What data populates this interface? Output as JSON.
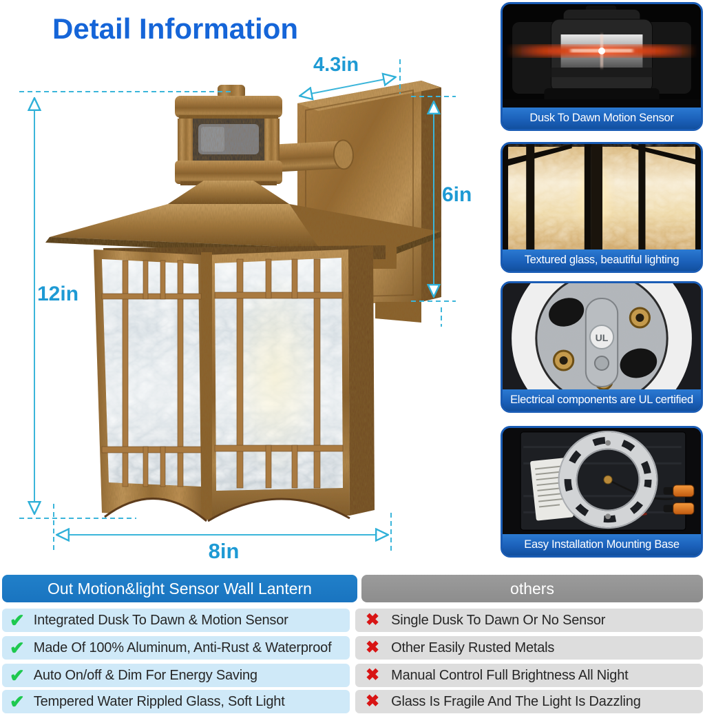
{
  "title": "Detail Information",
  "dimensions": {
    "top": "4.3in",
    "right": "6in",
    "left": "12in",
    "bottom": "8in"
  },
  "features": [
    {
      "name": "motion-sensor-photo",
      "caption": "Dusk To Dawn Motion Sensor"
    },
    {
      "name": "textured-glass-photo",
      "caption": "Textured glass, beautiful lighting"
    },
    {
      "name": "ul-socket-photo",
      "caption": "Electrical components are UL certified"
    },
    {
      "name": "mounting-base-photo",
      "caption": "Easy Installation Mounting Base"
    }
  ],
  "feature_details": {
    "ul_text": "UL"
  },
  "comparison": {
    "product_header": "Out Motion&light Sensor Wall Lantern",
    "others_header": "others",
    "check_glyph": "✔",
    "cross_glyph": "✖",
    "product_items": [
      "Integrated Dusk To Dawn & Motion Sensor",
      "Made Of 100% Aluminum, Anti-Rust & Waterproof",
      "Auto On/off & Dim For Energy Saving",
      "Tempered Water Rippled Glass, Soft Light"
    ],
    "others_items": [
      "Single Dusk To Dawn Or No Sensor",
      "Other Easily Rusted Metals",
      "Manual Control Full Brightness All Night",
      "Glass Is Fragile And The Light Is Dazzling"
    ]
  },
  "colors": {
    "title_blue": "#1565d8",
    "dim_line": "#3ab5da",
    "dim_text": "#1e9ad4",
    "caption_blue": "#1a5fb8",
    "card_border": "#1a5cb5",
    "header_blue": "#1974c0",
    "header_gray": "#8d8d8d",
    "row_blue": "#cfe9f8",
    "row_gray": "#dddddd",
    "check_green": "#1ec94f",
    "cross_red": "#d81414",
    "bronze": "#a87a42"
  }
}
